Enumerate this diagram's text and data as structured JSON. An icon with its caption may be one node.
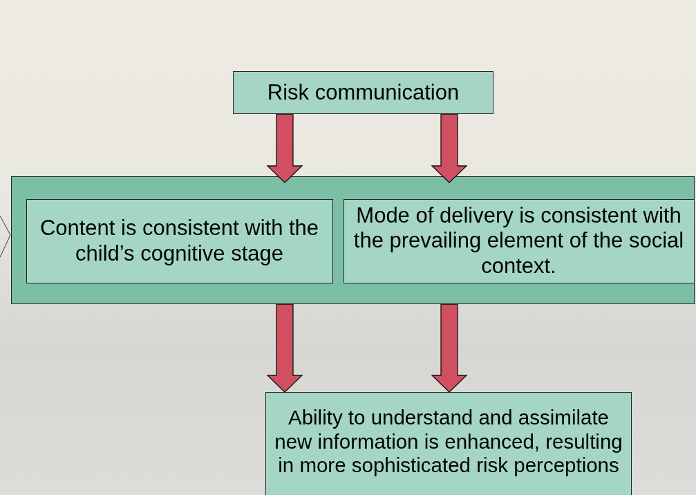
{
  "diagram": {
    "nodes": [
      {
        "text": [
          "Risk communication"
        ]
      },
      {
        "text": [],
        "shape": "box"
      },
      {
        "text": [
          "Content is consistent with the child’s cognitive stage"
        ],
        "in": 1
      },
      {
        "text": [
          "Mode of delivery is consistent with the prevailing element of the social context."
        ],
        "in": 1
      },
      {
        "text": [
          "Ability to understand and assimilate new information is enhanced, resulting in more sophisticated risk perceptions"
        ]
      }
    ],
    "edges": [
      {
        "from": 0,
        "to": 1,
        "arrow": "to"
      },
      {
        "from": 0,
        "to": 1,
        "arrow": "to"
      },
      {
        "from": 1,
        "to": 4,
        "arrow": "to"
      },
      {
        "from": 1,
        "to": 4,
        "arrow": "to"
      }
    ]
  }
}
